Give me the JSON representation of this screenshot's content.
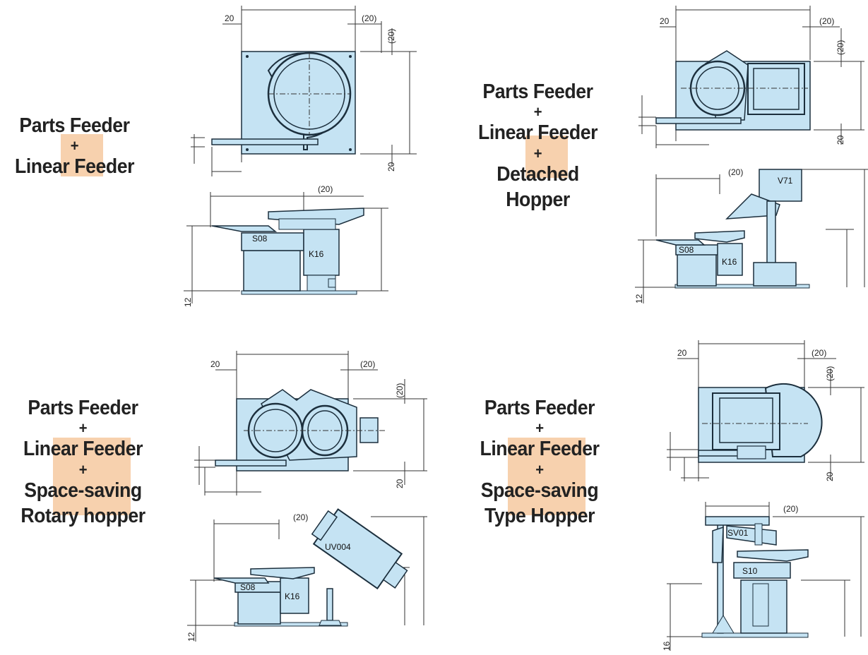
{
  "panels": {
    "tl": {
      "label_lines": [
        "Parts Feeder",
        "+",
        "Linear Feeder"
      ],
      "dims": {
        "left": "20",
        "right": "(20)",
        "side": "(20)",
        "bottom": "20",
        "side_top": "(20)",
        "base": "12"
      },
      "parts": {
        "bowl": "S08",
        "linear": "K16"
      }
    },
    "tr": {
      "label_lines": [
        "Parts Feeder",
        "+",
        "Linear Feeder",
        "+",
        "Detached",
        "Hopper"
      ],
      "dims": {
        "left": "20",
        "right": "(20)",
        "side": "(20)",
        "bottom": "20",
        "side_top": "(20)",
        "base": "12"
      },
      "parts": {
        "bowl": "S08",
        "linear": "K16",
        "hopper": "V71"
      }
    },
    "bl": {
      "label_lines": [
        "Parts Feeder",
        "+",
        "Linear Feeder",
        "+",
        "Space-saving",
        "Rotary hopper"
      ],
      "dims": {
        "left": "20",
        "right": "(20)",
        "side": "(20)",
        "bottom": "20",
        "side_top": "(20)",
        "base": "12"
      },
      "parts": {
        "bowl": "S08",
        "linear": "K16",
        "hopper": "UV004"
      }
    },
    "br": {
      "label_lines": [
        "Parts Feeder",
        "+",
        "Linear Feeder",
        "+",
        "Space-saving",
        "Type Hopper"
      ],
      "dims": {
        "left": "20",
        "right": "(20)",
        "side": "(20)",
        "bottom": "20",
        "side_top": "(20)",
        "base": "16"
      },
      "parts": {
        "bowl": "S10",
        "hopper": "SV01"
      }
    }
  },
  "colors": {
    "machine_fill": "#c5e3f3",
    "machine_stroke": "#1c2f3d",
    "line": "#333333",
    "label_accent": "#f6c9a0"
  }
}
